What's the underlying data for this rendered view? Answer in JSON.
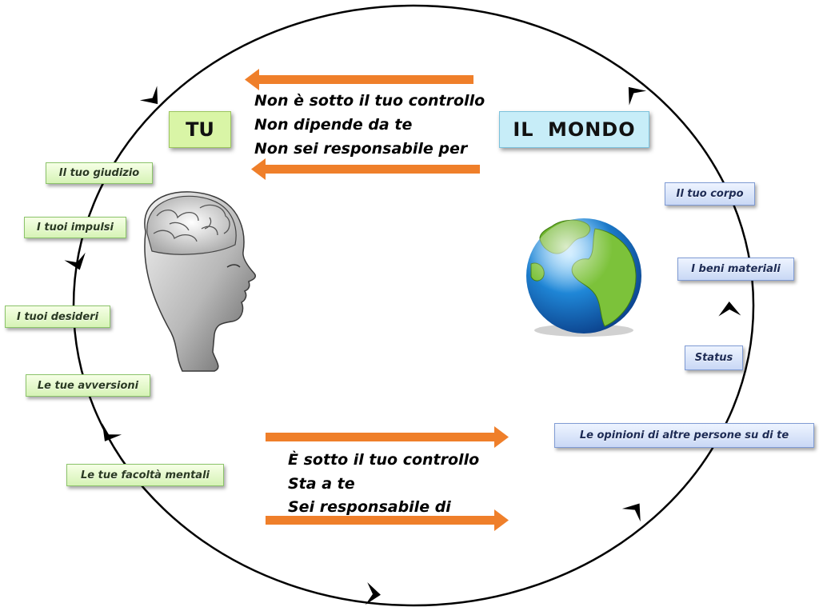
{
  "left_title": "TU",
  "right_title": "IL  MONDO",
  "top_statements": [
    "Non è sotto il tuo controllo",
    "Non dipende da te",
    "Non sei responsabile per"
  ],
  "bottom_statements": [
    "È sotto il tuo controllo",
    "Sta a te",
    "Sei responsabile di"
  ],
  "left_items": [
    "Il tuo giudizio",
    "I tuoi impulsi",
    "I tuoi desideri",
    "Le tue avversioni",
    "Le tue facoltà mentali"
  ],
  "right_items": [
    "Il tuo corpo",
    "I beni materiali",
    "Status",
    "Le opinioni di altre persone su di te"
  ],
  "colors": {
    "arrow_orange": "#ef7f2a",
    "left_box_fill": "#e4f8c9",
    "right_box_fill": "#dbe6fa",
    "tu_fill": "#d9f5a6",
    "mondo_fill": "#c7edf8"
  },
  "icons": {
    "left_image": "head-brain-icon",
    "right_image": "globe-icon"
  }
}
